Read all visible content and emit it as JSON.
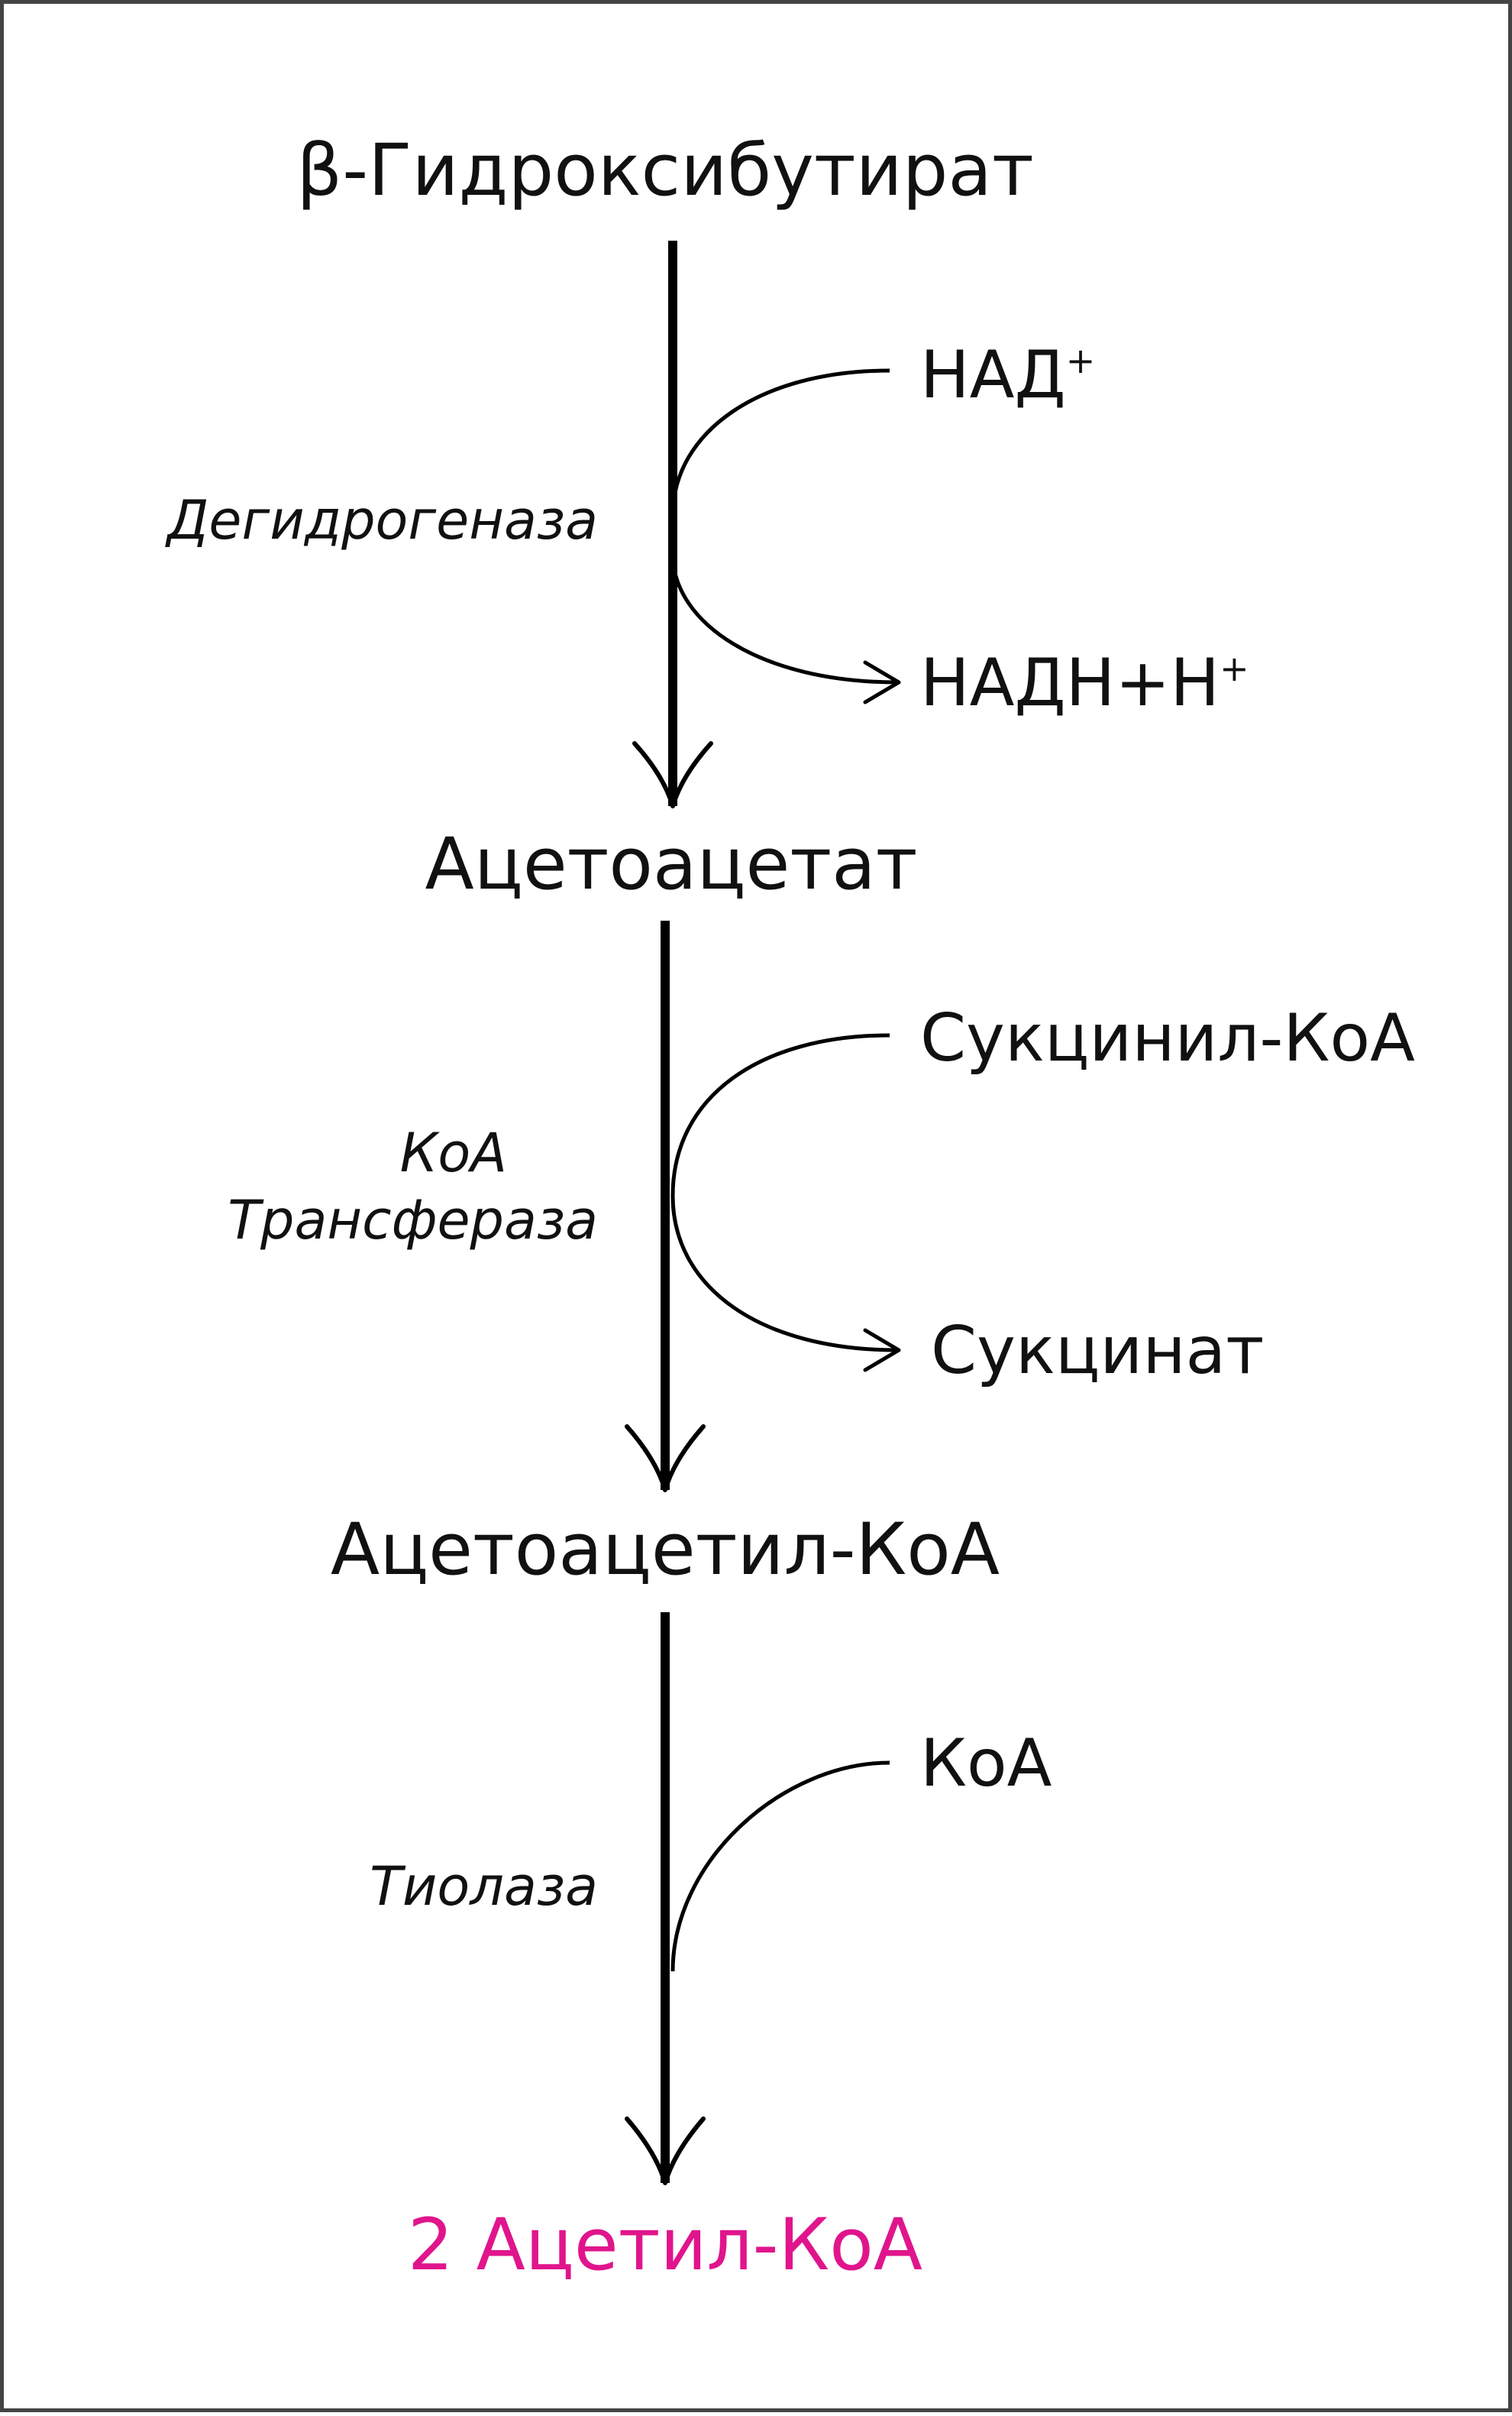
{
  "metabolites": {
    "m1": "β-Гидроксибутират",
    "m2": "Ацетоацетат",
    "m3": "Ацетоацетил-КоА",
    "m4": "2 Ацетил-КоА"
  },
  "steps": [
    {
      "enzyme_lines": [
        "Дегидрогеназа"
      ],
      "cofactor_in": "НАД",
      "cofactor_in_sup": "+",
      "cofactor_out": "НАДН+Н",
      "cofactor_out_sup": "+"
    },
    {
      "enzyme_lines": [
        "КоА",
        "Трансфераза"
      ],
      "cofactor_in": "Сукцинил-КоА",
      "cofactor_out": "Сукцинат"
    },
    {
      "enzyme_lines": [
        "Тиолаза"
      ],
      "cofactor_in": "КоА"
    }
  ],
  "colors": {
    "final_product": "#e0158c",
    "text": "#111111",
    "border": "#444444"
  }
}
